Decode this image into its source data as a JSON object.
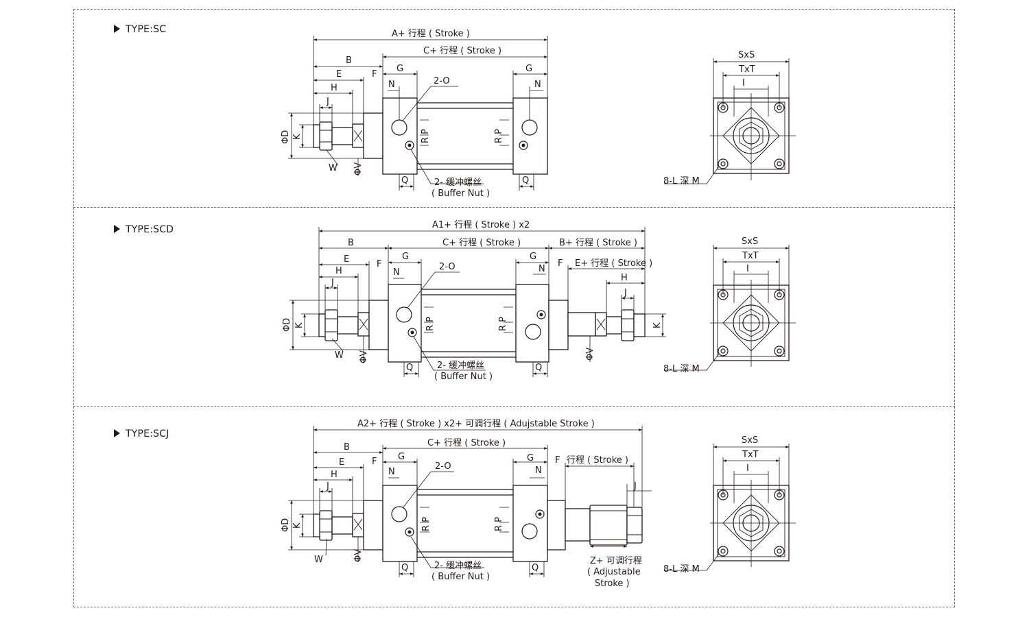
{
  "sections": [
    {
      "type_label": "TYPE:SC",
      "labels": {
        "a": "A+ 行程 ( Stroke )",
        "c": "C+ 行程 ( Stroke )",
        "b": "B",
        "e": "E",
        "f": "F",
        "h": "H",
        "j": "J",
        "g": "G",
        "n": "N",
        "o": "2-O",
        "d": "ΦD",
        "k": "K",
        "w": "W",
        "v": "ΦV",
        "rp": "R P",
        "q": "Q",
        "buffer_cn": "2- 缓冲螺丝",
        "buffer_en": "( Buffer Nut )",
        "sxs": "SxS",
        "txt": "TxT",
        "i": "I",
        "lm": "8-L 深 M"
      }
    },
    {
      "type_label": "TYPE:SCD",
      "labels": {
        "a": "A1+ 行程 ( Stroke ) x2",
        "c": "C+ 行程 ( Stroke )",
        "b_plus": "B+ 行程 ( Stroke )",
        "e_plus": "E+ 行程 ( Stroke )",
        "b": "B",
        "e": "E",
        "f": "F",
        "h": "H",
        "j": "J",
        "g": "G",
        "n": "N",
        "o": "2-O",
        "d": "ΦD",
        "k": "K",
        "w": "W",
        "v": "ΦV",
        "rp": "R P",
        "q": "Q",
        "buffer_cn": "2- 缓冲螺丝",
        "buffer_en": "( Buffer Nut )",
        "sxs": "SxS",
        "txt": "TxT",
        "i": "I",
        "lm": "8-L 深 M"
      }
    },
    {
      "type_label": "TYPE:SCJ",
      "labels": {
        "a": "A2+ 行程 ( Stroke ) x2+ 可调行程 ( Adujstable Stroke )",
        "c": "C+ 行程 ( Stroke )",
        "stroke": "行程 ( Stroke )",
        "b": "B",
        "e": "E",
        "f": "F",
        "h": "H",
        "j": "J",
        "g": "G",
        "n": "N",
        "o": "2-O",
        "d": "ΦD",
        "k": "K",
        "w": "W",
        "v": "ΦV",
        "rp": "R P",
        "q": "Q",
        "buffer_cn": "2- 缓冲螺丝",
        "buffer_en": "( Buffer Nut )",
        "z1": "Z+ 可调行程",
        "z2": "( Adjustable",
        "z3": "Stroke )",
        "sxs": "SxS",
        "txt": "TxT",
        "i": "I",
        "lm": "8-L 深 M"
      }
    }
  ]
}
